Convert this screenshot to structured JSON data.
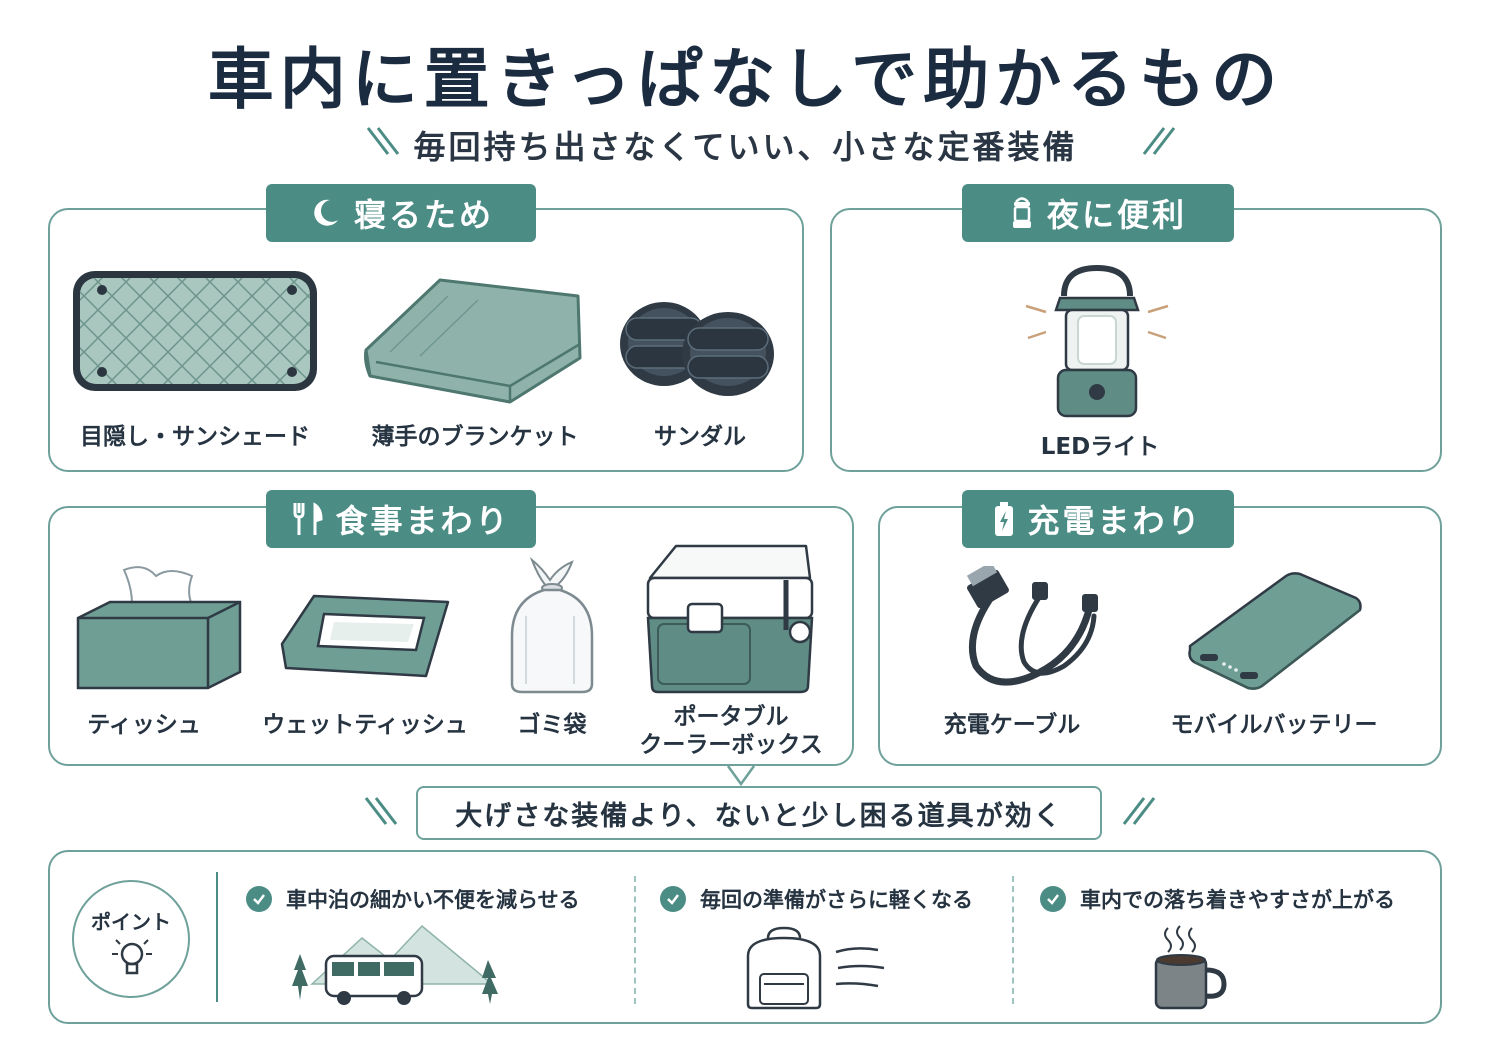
{
  "title": "車内に置きっぱなしで助かるもの",
  "subtitle": "毎回持ち出さなくていい、小さな定番装備",
  "sections": {
    "sleep": {
      "title": "寝るため",
      "icon": "moon-icon",
      "items": [
        {
          "label": "目隠し・サンシェード",
          "icon": "sunshade-icon"
        },
        {
          "label": "薄手のブランケット",
          "icon": "blanket-icon"
        },
        {
          "label": "サンダル",
          "icon": "sandals-icon"
        }
      ]
    },
    "night": {
      "title": "夜に便利",
      "icon": "lantern-icon",
      "items": [
        {
          "label": "LEDライト",
          "icon": "led-lantern-icon"
        }
      ]
    },
    "meal": {
      "title": "食事まわり",
      "icon": "fork-knife-icon",
      "items": [
        {
          "label": "ティッシュ",
          "icon": "tissue-box-icon"
        },
        {
          "label": "ウェットティッシュ",
          "icon": "wet-wipes-icon"
        },
        {
          "label": "ゴミ袋",
          "icon": "garbage-bag-icon"
        },
        {
          "label_line1": "ポータブル",
          "label_line2": "クーラーボックス",
          "icon": "cooler-box-icon"
        }
      ]
    },
    "charge": {
      "title": "充電まわり",
      "icon": "battery-icon",
      "items": [
        {
          "label": "充電ケーブル",
          "icon": "usb-cable-icon"
        },
        {
          "label": "モバイルバッテリー",
          "icon": "power-bank-icon"
        }
      ]
    }
  },
  "tagline": "大げさな装備より、ないと少し困る道具が効く",
  "point": {
    "label": "ポイント",
    "icon": "lightbulb-icon",
    "items": [
      {
        "text": "車中泊の細かい不便を減らせる",
        "icon": "camper-van-icon"
      },
      {
        "text": "毎回の準備がさらに軽くなる",
        "icon": "backpack-icon"
      },
      {
        "text": "車内での落ち着きやすさが上がる",
        "icon": "coffee-mug-icon"
      }
    ]
  },
  "colors": {
    "accent": "#4b8c85",
    "border": "#6ea19a",
    "item_fill": "#7fa89f",
    "dark_item": "#2f3a45",
    "title": "#1b2b40"
  }
}
